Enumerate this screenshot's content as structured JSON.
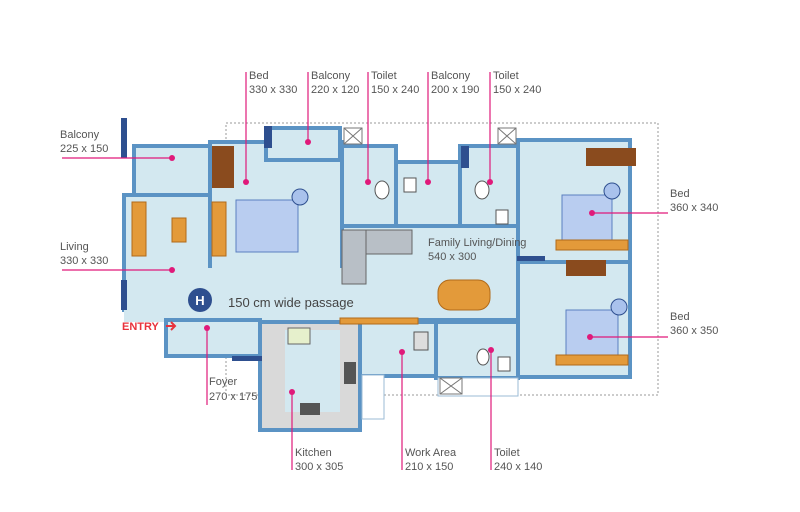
{
  "plan": {
    "labels": {
      "balcony_left": {
        "name": "Balcony",
        "size": "225 x 150"
      },
      "living": {
        "name": "Living",
        "size": "330 x 330"
      },
      "bed1": {
        "name": "Bed",
        "size": "330 x 330"
      },
      "balcony_top": {
        "name": "Balcony",
        "size": "220 x 120"
      },
      "toilet1": {
        "name": "Toilet",
        "size": "150 x 240"
      },
      "balcony_mid": {
        "name": "Balcony",
        "size": "200 x 190"
      },
      "toilet2": {
        "name": "Toilet",
        "size": "150 x 240"
      },
      "bed2": {
        "name": "Bed",
        "size": "360 x 340"
      },
      "bed3": {
        "name": "Bed",
        "size": "360 x 350"
      },
      "family": {
        "name": "Family Living/Dining",
        "size": "540 x 300"
      },
      "foyer": {
        "name": "Foyer",
        "size": "270 x 175"
      },
      "kitchen": {
        "name": "Kitchen",
        "size": "300 x 305"
      },
      "work": {
        "name": "Work Area",
        "size": "210 x 150"
      },
      "toilet3": {
        "name": "Toilet",
        "size": "240 x 140"
      }
    },
    "passage": "150 cm wide passage",
    "entry": "ENTRY",
    "h_badge": "H",
    "colors": {
      "accent": "#e0197a",
      "wall": "#5b93c4",
      "floor": "#d3e8f0"
    }
  }
}
